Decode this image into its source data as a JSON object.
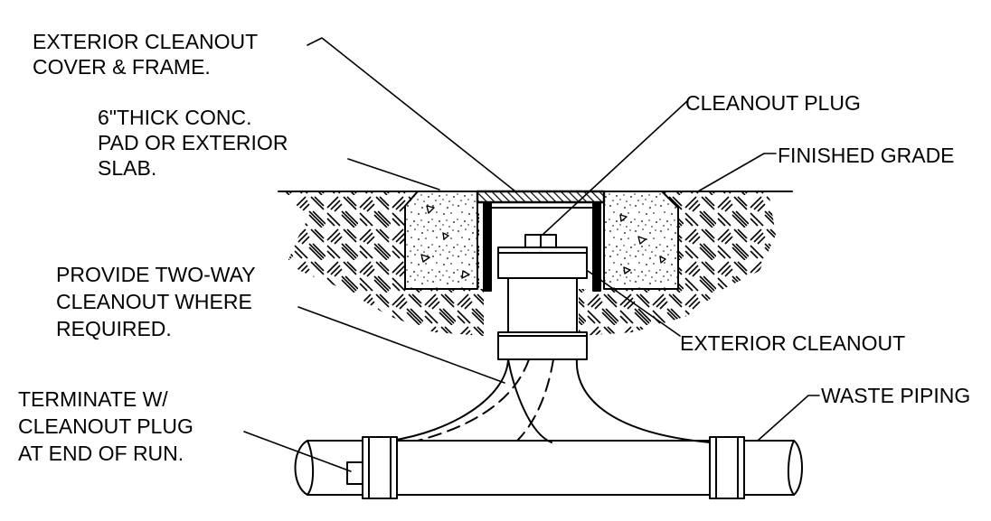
{
  "labels": {
    "cover_frame": [
      "EXTERIOR CLEANOUT",
      "COVER & FRAME."
    ],
    "plug": [
      "CLEANOUT PLUG"
    ],
    "pad": [
      "6\"THICK CONC.",
      "PAD OR EXTERIOR",
      "SLAB."
    ],
    "grade": [
      "FINISHED GRADE"
    ],
    "two_way": [
      "PROVIDE TWO-WAY",
      "CLEANOUT WHERE",
      "REQUIRED."
    ],
    "exterior_cleanout": [
      "EXTERIOR CLEANOUT"
    ],
    "terminate": [
      "TERMINATE W/",
      "CLEANOUT PLUG",
      "AT END OF RUN."
    ],
    "waste": [
      "WASTE PIPING"
    ]
  },
  "colors": {
    "line": "#000000",
    "background": "#ffffff"
  }
}
